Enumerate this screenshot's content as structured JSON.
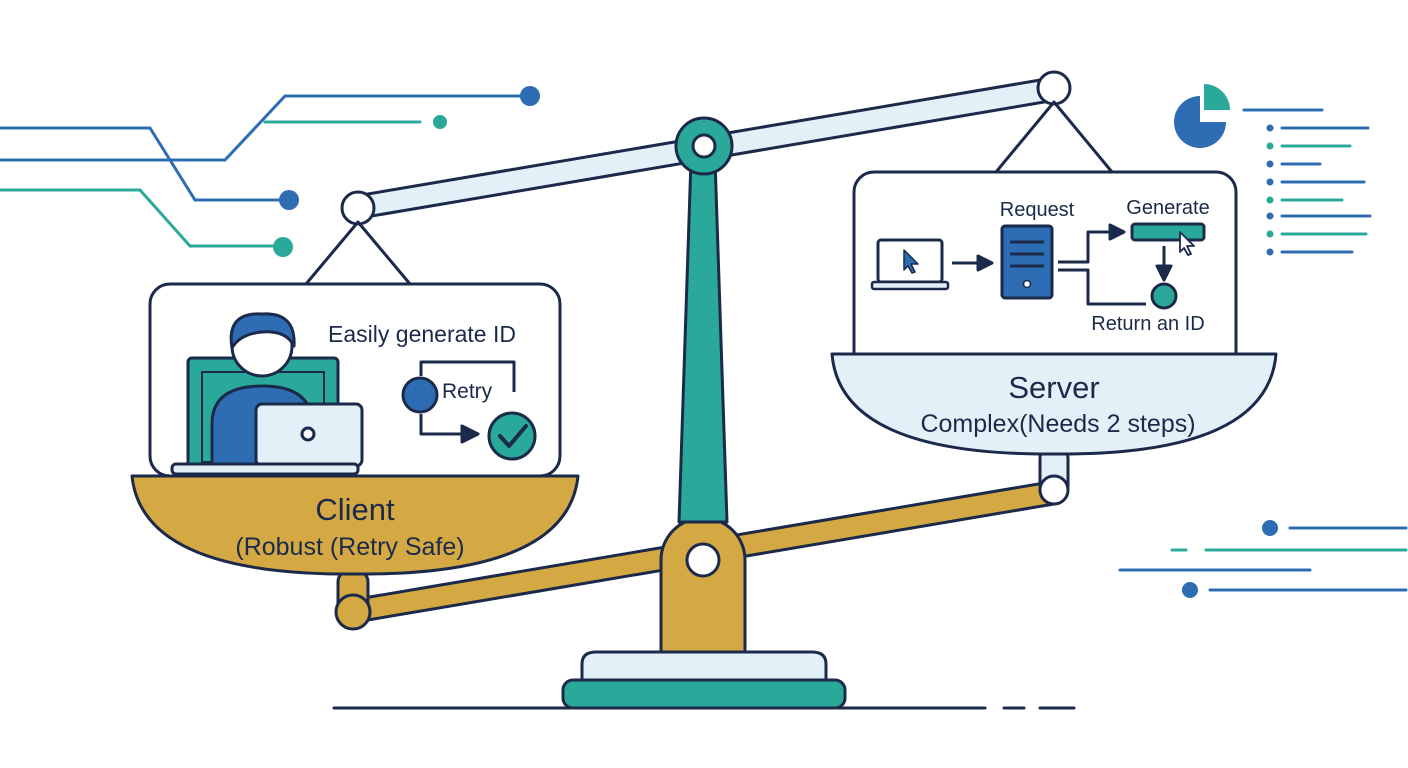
{
  "colors": {
    "navy": "#1b2a4a",
    "teal": "#2aa89a",
    "blue": "#2e6db4",
    "gold": "#d4a843",
    "pale": "#e4f0f8",
    "white": "#ffffff"
  },
  "client": {
    "note": "Easily generate ID",
    "retry_label": "Retry",
    "title": "Client",
    "subtitle": "(Robust (Retry Safe)"
  },
  "server": {
    "request_label": "Request",
    "generate_label": "Generate",
    "return_label": "Return an ID",
    "title": "Server",
    "subtitle": "Complex(Needs 2 steps)"
  },
  "icons": {
    "person": "person-icon",
    "laptop": "laptop-icon",
    "retry": "retry-loop-icon",
    "check": "check-circle-icon",
    "client_device": "laptop-cursor-icon",
    "server": "server-icon",
    "generate": "generate-bar-icon",
    "pie": "pie-chart-icon"
  }
}
